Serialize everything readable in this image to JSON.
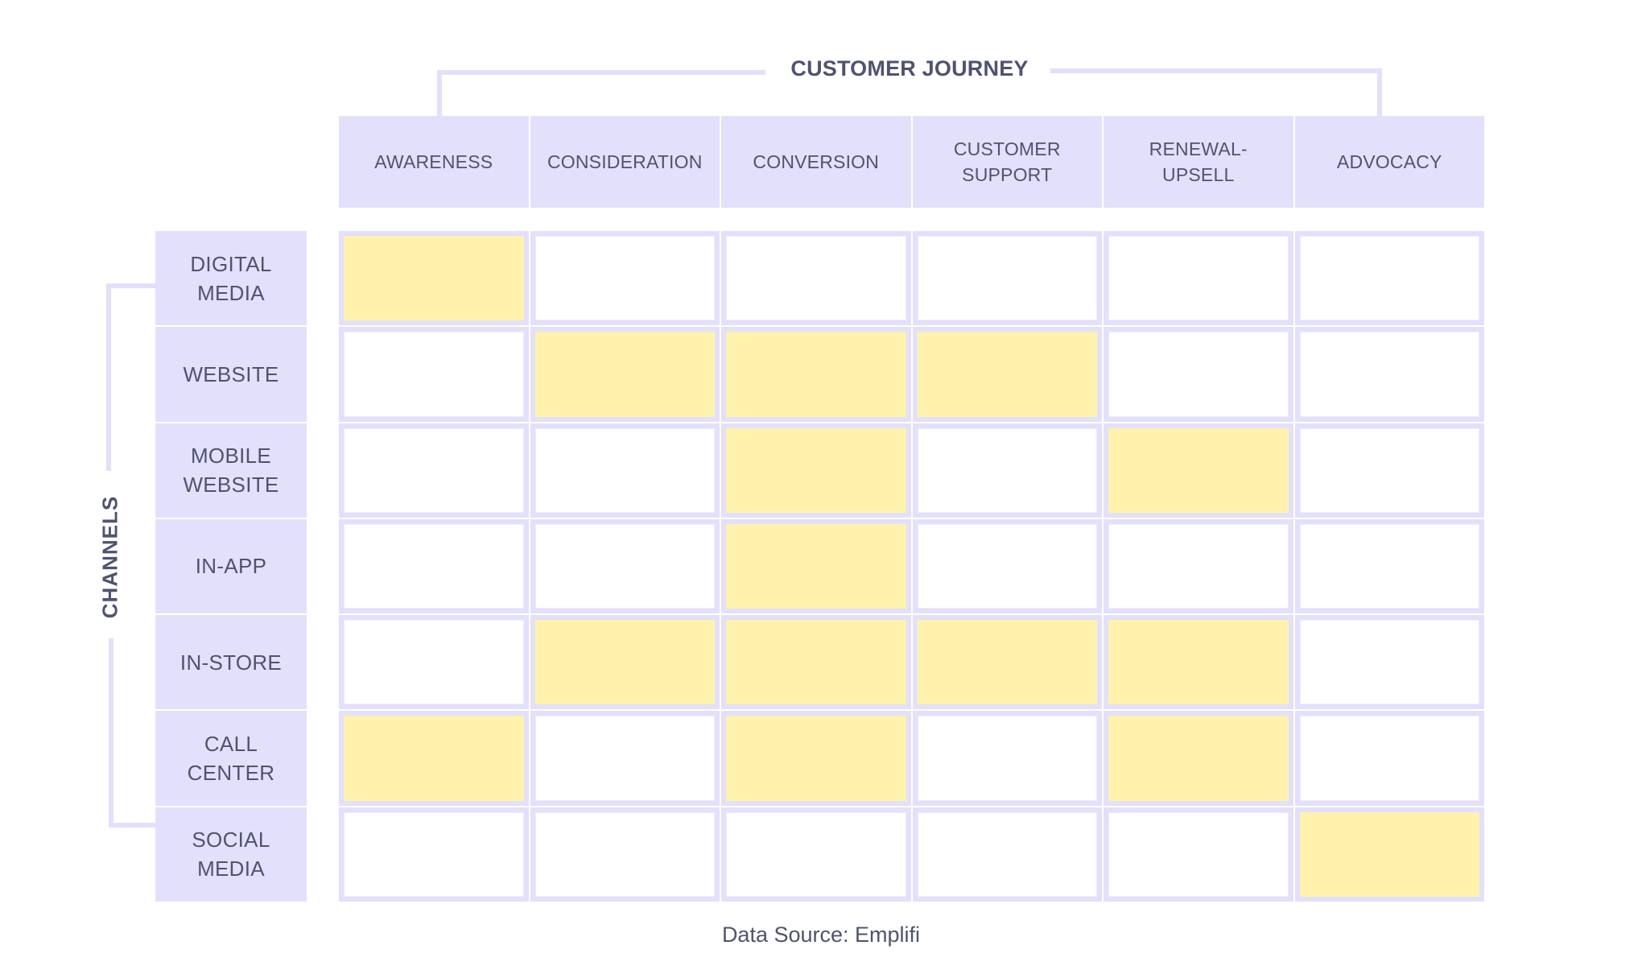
{
  "title": "CUSTOMER JOURNEY",
  "side_label": "CHANNELS",
  "columns": [
    {
      "label": "AWARENESS"
    },
    {
      "label": "CONSIDERATION"
    },
    {
      "label": "CONVERSION"
    },
    {
      "label": "CUSTOMER\nSUPPORT"
    },
    {
      "label": "RENEWAL-\nUPSELL"
    },
    {
      "label": "ADVOCACY"
    }
  ],
  "rows": [
    {
      "label": "DIGITAL\nMEDIA"
    },
    {
      "label": "WEBSITE"
    },
    {
      "label": "MOBILE\nWEBSITE"
    },
    {
      "label": "IN-APP"
    },
    {
      "label": "IN-STORE"
    },
    {
      "label": "CALL\nCENTER"
    },
    {
      "label": "SOCIAL\nMEDIA"
    }
  ],
  "matrix": [
    [
      1,
      0,
      0,
      0,
      0,
      0
    ],
    [
      0,
      1,
      1,
      1,
      0,
      0
    ],
    [
      0,
      0,
      1,
      0,
      1,
      0
    ],
    [
      0,
      0,
      1,
      0,
      0,
      0
    ],
    [
      0,
      1,
      1,
      1,
      1,
      0
    ],
    [
      1,
      0,
      1,
      0,
      1,
      0
    ],
    [
      0,
      0,
      0,
      0,
      0,
      1
    ]
  ],
  "colors": {
    "frame": "#e3e0fc",
    "highlight": "#fef2ad",
    "empty": "#ffffff",
    "text": "#50536f"
  },
  "footer": {
    "source": "Data Source: Emplifi"
  }
}
